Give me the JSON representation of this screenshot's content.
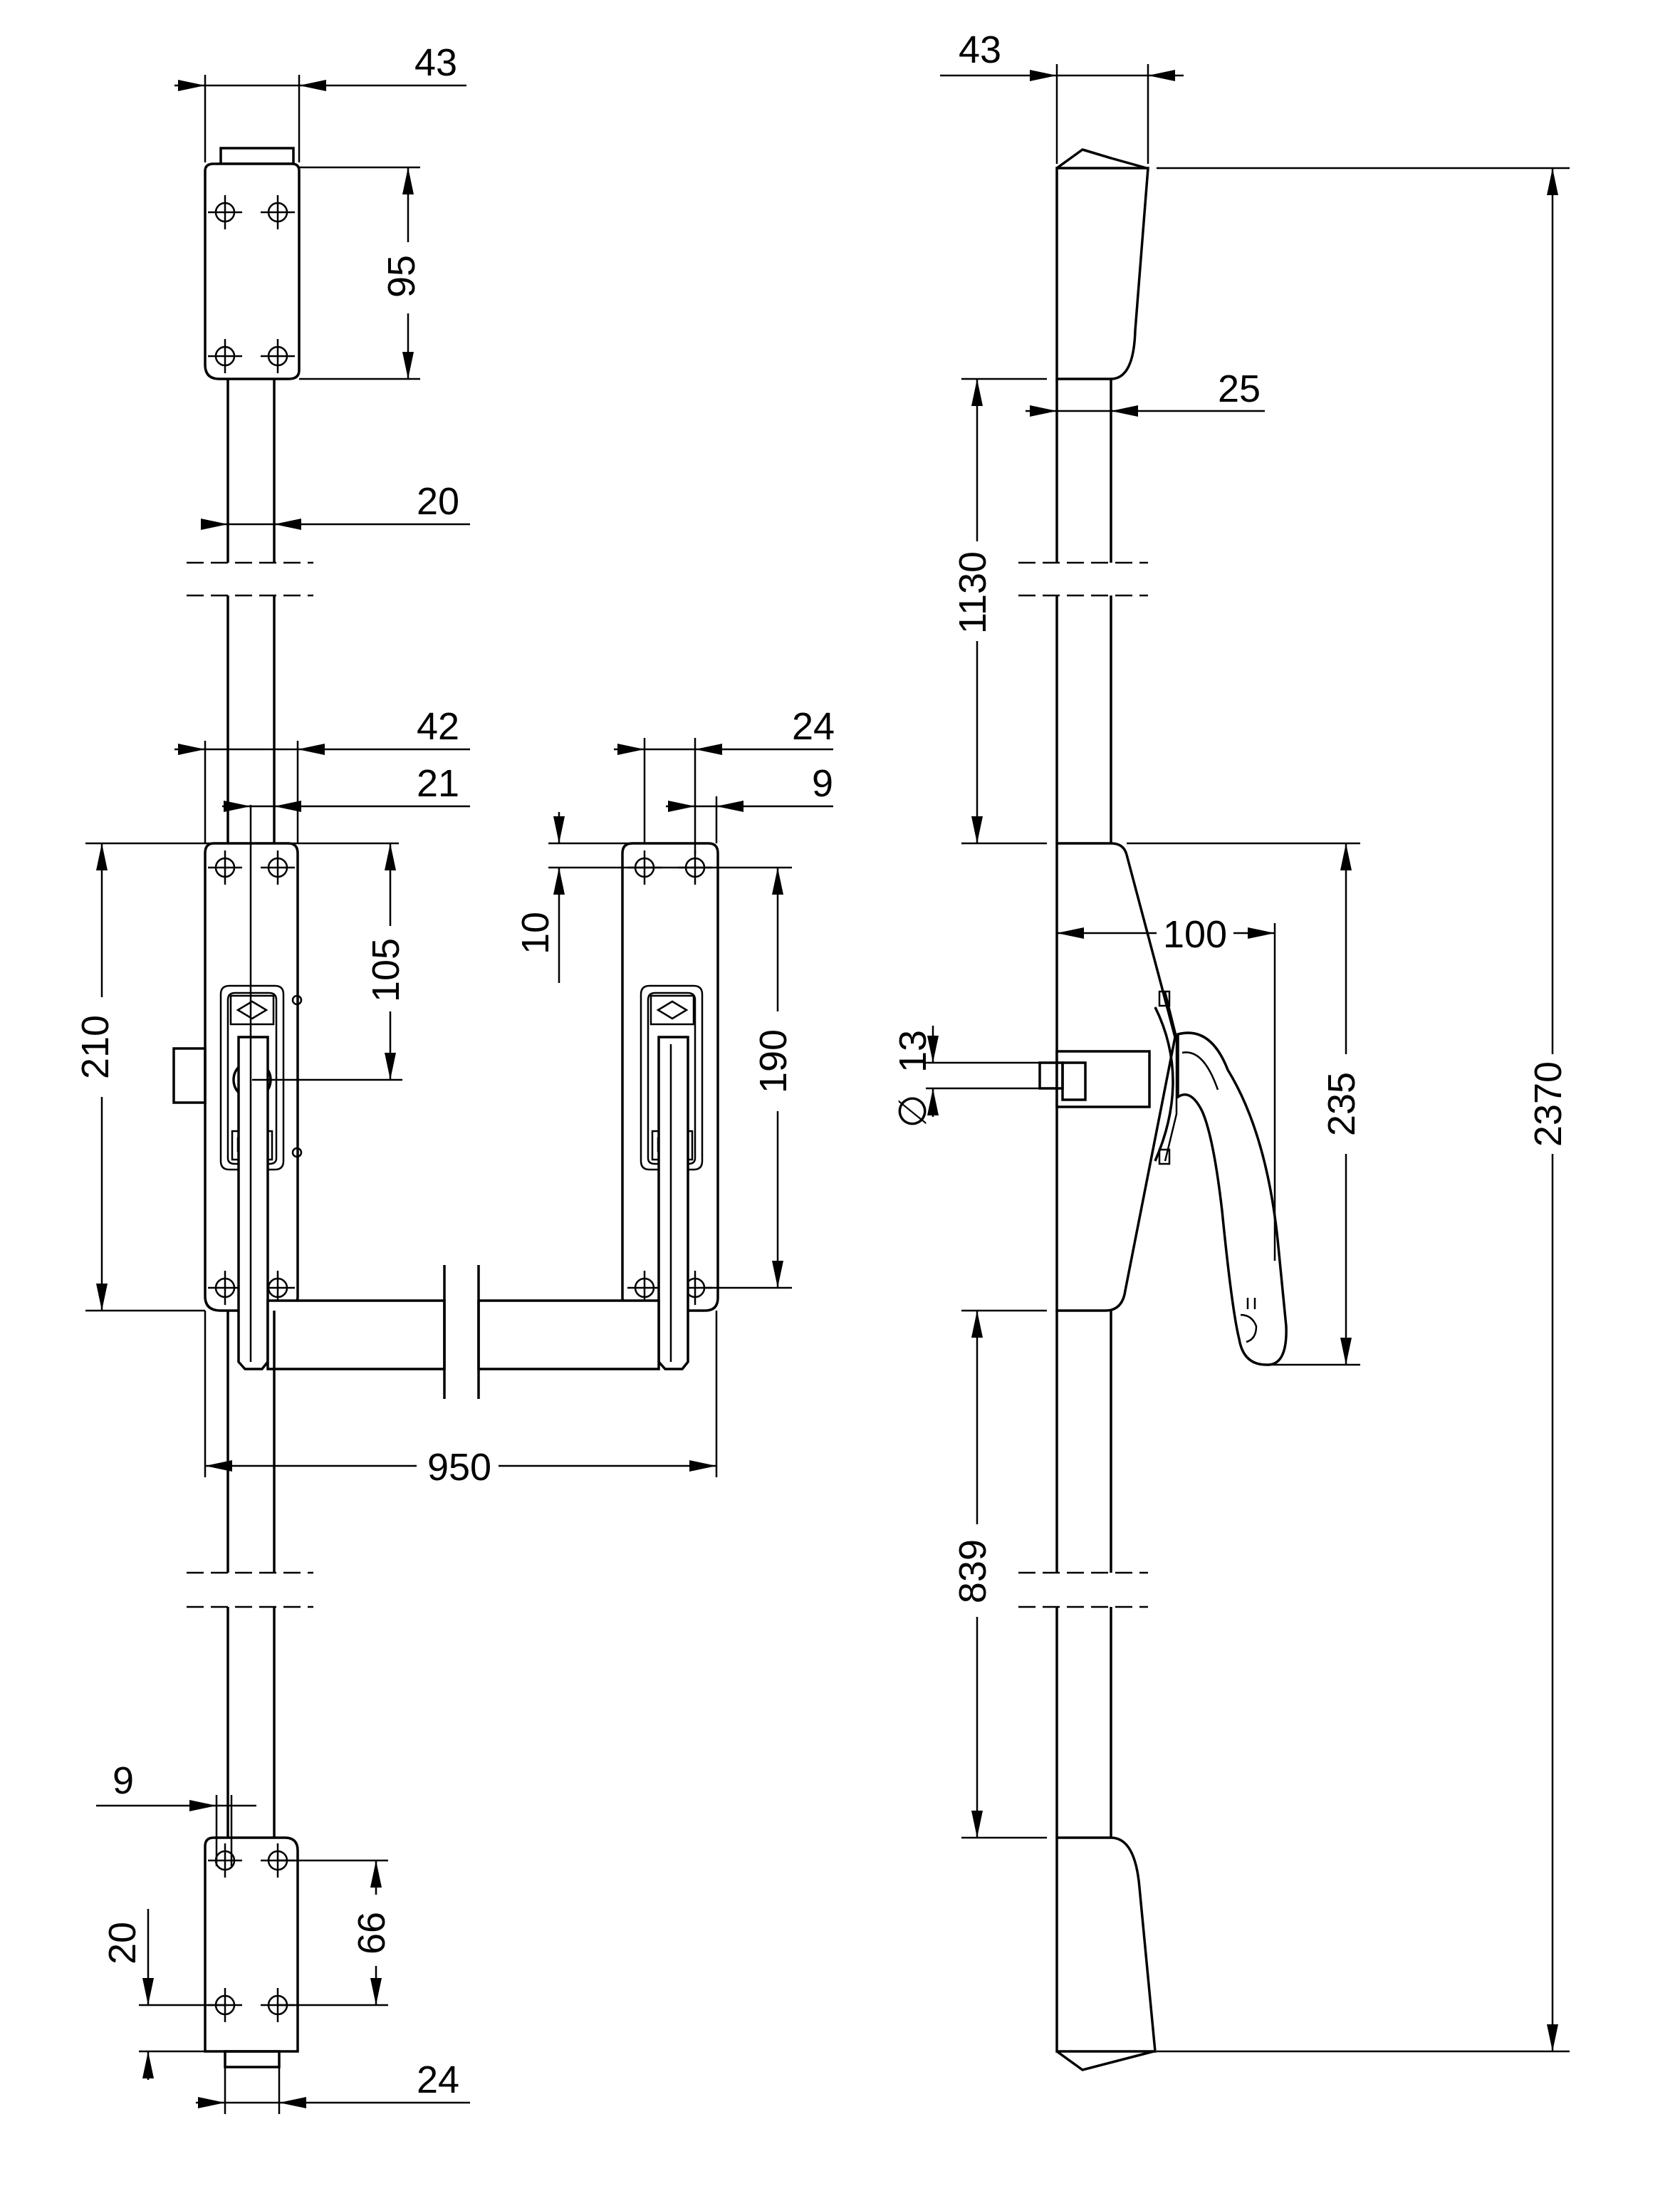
{
  "dimensions": {
    "top_keeper_width": "43",
    "top_keeper_height": "95",
    "rod_width_top": "20",
    "body_width": "42",
    "rod_offset": "21",
    "body_height": "210",
    "cylinder_offset": "105",
    "right_plate_width": "24",
    "right_hole_offset": "9",
    "right_hole_top": "10",
    "right_plate_holes": "190",
    "bar_length": "950",
    "bottom_hole_offset": "9",
    "bottom_keeper_height": "66",
    "bottom_end": "20",
    "bottom_rod_width": "24",
    "side_width": "43",
    "side_rod_width": "25",
    "upper_rod_length": "1130",
    "handle_projection": "100",
    "spindle_dia_symbol": "∅",
    "spindle_dia": "13",
    "handle_height": "235",
    "lower_rod_length": "839",
    "total_height": "2370"
  }
}
